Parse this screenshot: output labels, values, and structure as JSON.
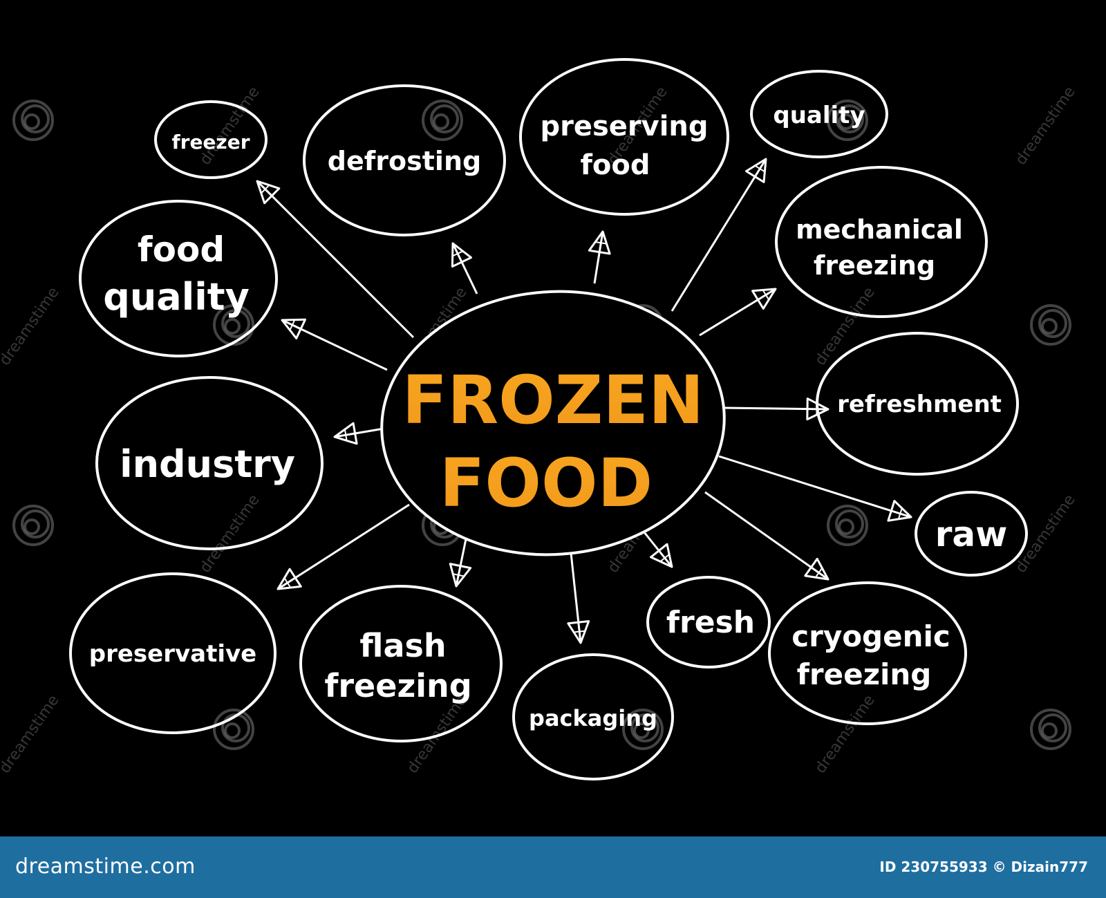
{
  "center": {
    "line1": "FROZEN",
    "line2": "FOOD"
  },
  "nodes": {
    "freezer": "freezer",
    "defrosting": "defrosting",
    "preserving_food": [
      "preserving",
      "food"
    ],
    "quality": "quality",
    "food_quality": [
      "food",
      "quality"
    ],
    "mechanical_freezing": [
      "mechanical",
      "freezing"
    ],
    "refreshment": "refreshment",
    "industry": "industry",
    "raw": "raw",
    "preservative": "preservative",
    "flash_freezing": [
      "flash",
      "freezing"
    ],
    "packaging": "packaging",
    "fresh": "fresh",
    "cryogenic_freezing": [
      "cryogenic",
      "freezing"
    ]
  },
  "watermark": {
    "text": "dreamstime"
  },
  "footer": {
    "brand": "dreamstime.com",
    "credit": "ID 230755933 © Dizain777"
  },
  "colors": {
    "background": "#000000",
    "outline": "#ffffff",
    "center_gradient_top": "#f5a623",
    "center_gradient_bottom": "#f28c1b",
    "footer": "#1f6ea0"
  }
}
